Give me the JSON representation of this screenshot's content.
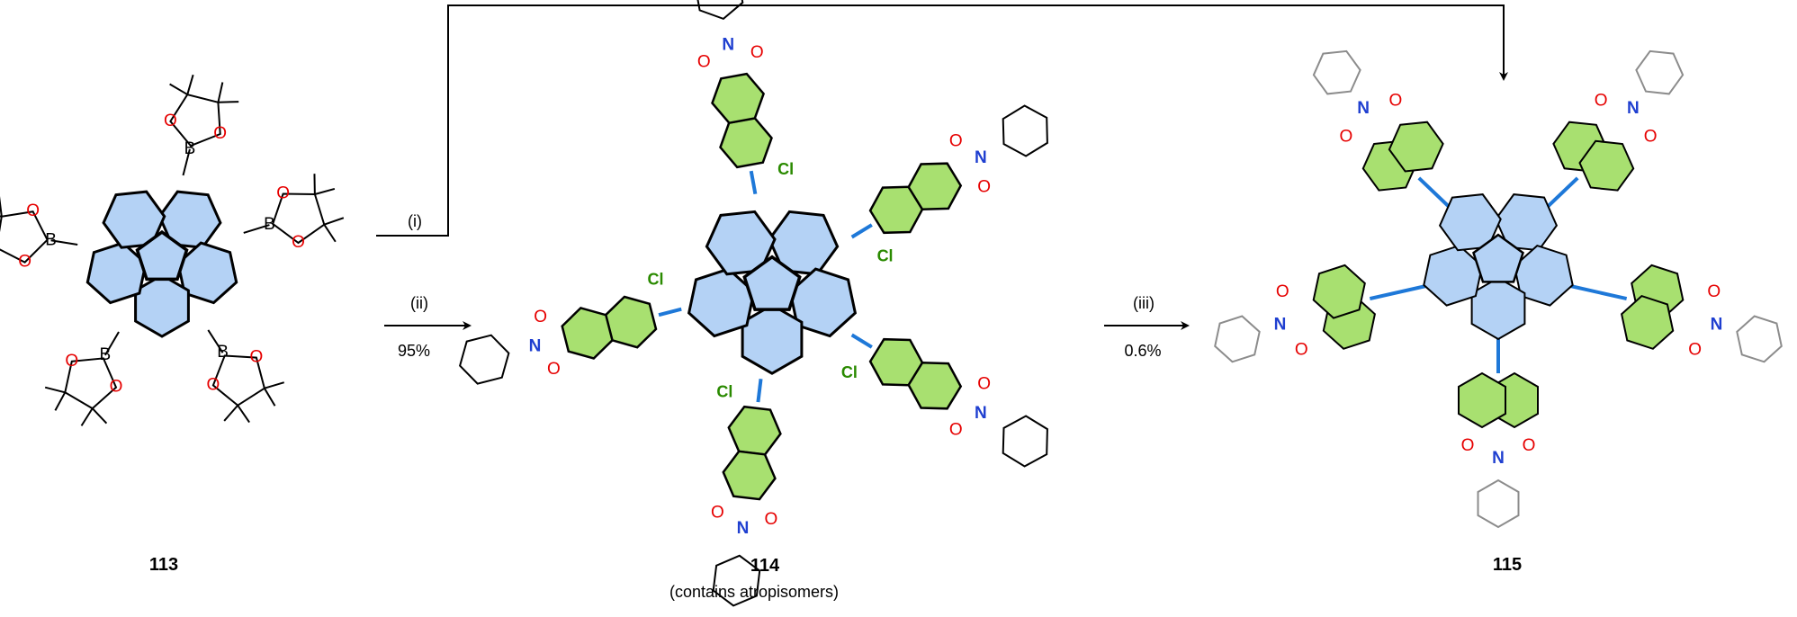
{
  "colors": {
    "core_fill": "#b4d2f5",
    "naphth_fill": "#a8e070",
    "link_blue": "#1e78d8",
    "oxygen": "#e60000",
    "nitrogen": "#1f3fd0",
    "chlorine": "#2a8a00",
    "grey_aryl": "#8c8c8c"
  },
  "compounds": {
    "c113": {
      "label": "113"
    },
    "c114": {
      "label": "114",
      "note": "(contains atropisomers)"
    },
    "c115": {
      "label": "115"
    }
  },
  "steps": {
    "step_i": {
      "label": "(i)"
    },
    "step_ii": {
      "label": "(ii)",
      "yield": "95%"
    },
    "step_iii": {
      "label": "(iii)",
      "yield": "0.6%"
    }
  },
  "atoms": {
    "O": "O",
    "N": "N",
    "B": "B",
    "Cl": "Cl"
  }
}
